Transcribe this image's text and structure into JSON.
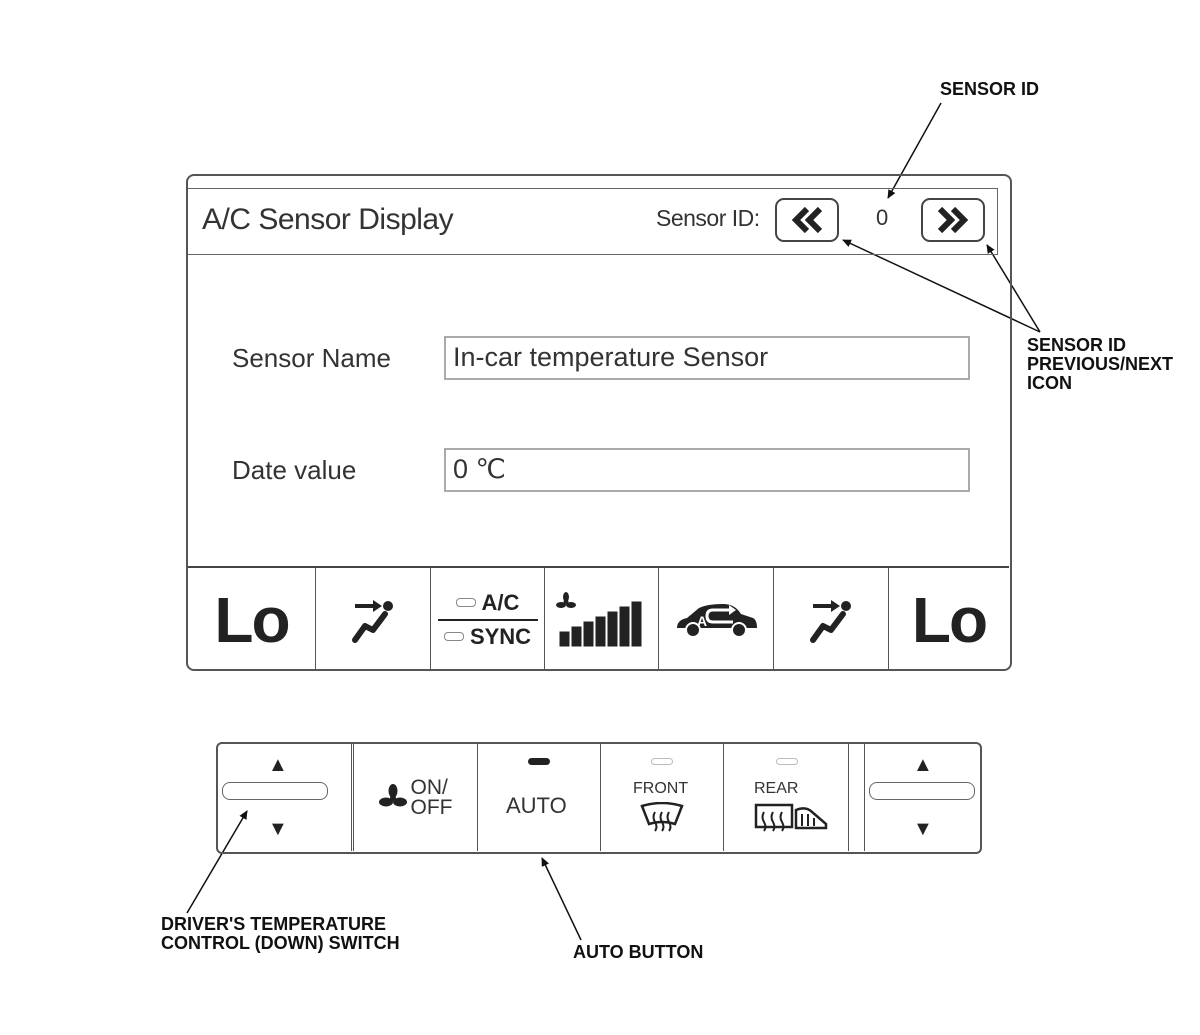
{
  "callouts": {
    "sensor_id": "SENSOR ID",
    "prev_next": "SENSOR ID\nPREVIOUS/NEXT\nICON",
    "driver_temp": "DRIVER'S TEMPERATURE\nCONTROL (DOWN) SWITCH",
    "auto_button": "AUTO BUTTON"
  },
  "display": {
    "title": "A/C Sensor Display",
    "sensor_id_label": "Sensor ID:",
    "sensor_id_value": "0",
    "prev_glyph": "«",
    "next_glyph": "»",
    "fields": [
      {
        "label": "Sensor Name",
        "value": "In-car temperature Sensor"
      },
      {
        "label": "Date value",
        "value": "0 ℃"
      }
    ],
    "bottom_bar": {
      "left_temp": "Lo",
      "right_temp": "Lo",
      "ac_label": "A/C",
      "sync_label": "SYNC",
      "fan_level": 7,
      "fan_max": 7,
      "recirc_letter": "A",
      "icons": [
        "vent-face-icon",
        "fan-speed-icon",
        "recirculation-car-icon",
        "vent-face-icon"
      ]
    }
  },
  "panel": {
    "up_glyph": "▲",
    "down_glyph": "▼",
    "on_off_label": "ON/\nOFF",
    "auto_label": "AUTO",
    "front_label": "FRONT",
    "rear_label": "REAR",
    "icons": [
      "fan-icon",
      "front-defrost-icon",
      "rear-defrost-icon"
    ]
  },
  "colors": {
    "line": "#555555",
    "text": "#222222",
    "auto_led": "#222222",
    "off_led": "#cccccc"
  }
}
